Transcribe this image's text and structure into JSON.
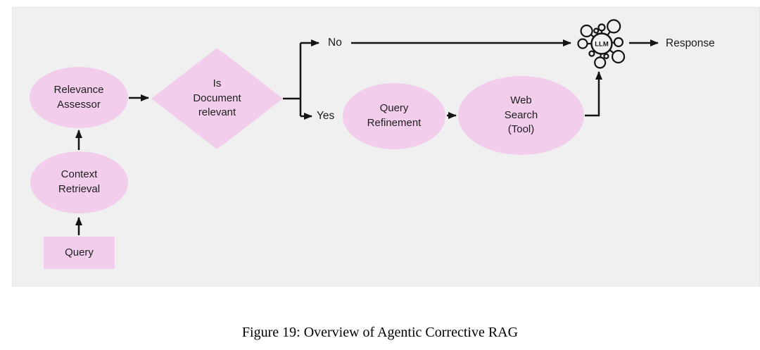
{
  "caption": "Figure 19: Overview of Agentic Corrective RAG",
  "colors": {
    "node_fill": "#f2cdec",
    "panel_background": "#f0f0f1",
    "panel_border": "#e7e7e7",
    "line": "#141414",
    "text": "#1f1f1f"
  },
  "nodes": {
    "query": {
      "label": "Query",
      "shape": "rectangle"
    },
    "context_retrieval": {
      "label": "Context\nRetrieval",
      "shape": "ellipse"
    },
    "relevance_assessor": {
      "label": "Relevance\nAssessor",
      "shape": "ellipse"
    },
    "decision": {
      "label": "Is\nDocument\nrelevant",
      "shape": "diamond"
    },
    "query_refinement": {
      "label": "Query\nRefinement",
      "shape": "ellipse"
    },
    "web_search": {
      "label": "Web\nSearch\n(Tool)",
      "shape": "ellipse"
    },
    "llm": {
      "label": "LLM",
      "shape": "network-icon"
    },
    "response": {
      "label": "Response",
      "shape": "text"
    }
  },
  "branch_labels": {
    "no": "No",
    "yes": "Yes"
  },
  "edges": [
    {
      "from": "Query",
      "to": "Context Retrieval",
      "label": ""
    },
    {
      "from": "Context Retrieval",
      "to": "Relevance Assessor",
      "label": ""
    },
    {
      "from": "Relevance Assessor",
      "to": "Is Document relevant",
      "label": ""
    },
    {
      "from": "Is Document relevant",
      "to": "LLM",
      "label": "No"
    },
    {
      "from": "Is Document relevant",
      "to": "Query Refinement",
      "label": "Yes"
    },
    {
      "from": "Query Refinement",
      "to": "Web Search (Tool)",
      "label": ""
    },
    {
      "from": "Web Search (Tool)",
      "to": "LLM",
      "label": ""
    },
    {
      "from": "LLM",
      "to": "Response",
      "label": ""
    }
  ]
}
